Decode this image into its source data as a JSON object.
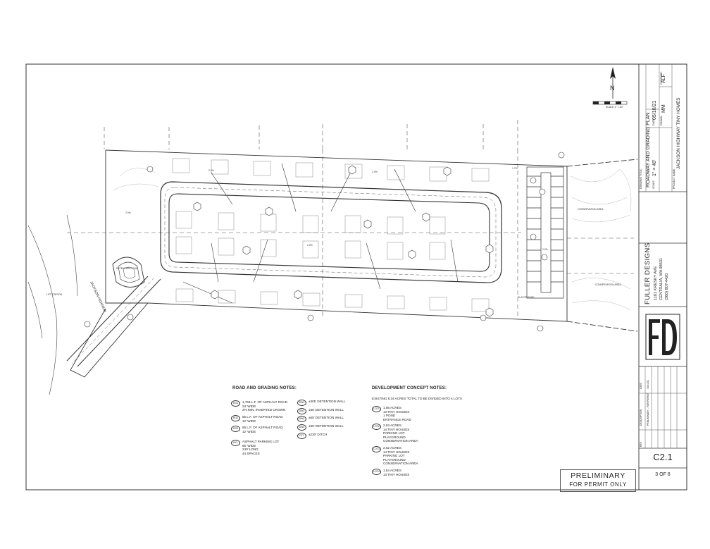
{
  "title_block": {
    "drawing_title_label": "DRAWING TITLE:",
    "drawing_title": "ROADWAY AND GRADING PLAN",
    "scale_label": "SCALE:",
    "scale": "1\" = 40'",
    "date_label": "DATE:",
    "date": "05/10/21",
    "drawn_label": "DRAWN:",
    "drawn": "MM",
    "checked_label": "CHECKED:",
    "checked": "ALF",
    "project_name_label": "PROJECT NAME:",
    "project_name": "JACKSON HIGHWAY TINY HOMES",
    "firm_name": "FULLER DESIGNS",
    "firm_address_1": "1101 KRESKY AVE",
    "firm_address_2": "CENTRALIA, WA 98531",
    "firm_phone": "(360) 807-4420",
    "logo_text": "FD",
    "rev_header": "REV",
    "description_header": "DESCRIPTION",
    "date_header": "DATE",
    "rev_entry_description": "PRELIMINARY - FOR PERMIT",
    "rev_entry_date": "05/10/21",
    "sheet_number": "C2.1",
    "sheet_count": "3 OF 6"
  },
  "stamp": {
    "line1": "PRELIMINARY",
    "line2": "FOR PERMIT ONLY"
  },
  "north_arrow": {
    "letter": "N",
    "scale_text": "SCALE 1\" = 40'"
  },
  "plan_labels": {
    "road": "JACKSON HIGHWAY",
    "detention_pond": "DETENTION POND",
    "conservation_area_1": "CONSERVATION AREA",
    "conservation_area_2": "CONSERVATION AREA",
    "playground": "PLAYGROUND",
    "lift_station": "LIFT STATION",
    "slope_1": "2.0%",
    "slope_2": "2.0%",
    "slope_3": "2.0%",
    "slope_4": "1.7%",
    "slope_5": "2.0%",
    "slope_6": "2.0%"
  },
  "road_notes": {
    "title": "ROAD AND GRADING NOTES:",
    "left": [
      {
        "tag": "RG1",
        "text": "1,763 L.F. OF ASPHALT ROAD\n24' WIDE\n2% MIN. INVERTED CROWN"
      },
      {
        "tag": "RG2",
        "text": "65 L.F. OF ASPHALT ROAD\n12' WIDE"
      },
      {
        "tag": "RG3",
        "text": "65 L.F. OF ASPHALT ROAD\n12' WIDE"
      },
      {
        "tag": "PK1",
        "text": "ASPHALT PARKING LOT\n65' WIDE\n240' LONG\n44 SPACES"
      }
    ],
    "right": [
      {
        "tag": "DW1",
        "text": "±305' DETENTION WALL"
      },
      {
        "tag": "DW2",
        "text": "±65' DETENTION WALL"
      },
      {
        "tag": "DW3",
        "text": "±65' DETENTION WALL"
      },
      {
        "tag": "DW4",
        "text": "±95' DETENTION WALL"
      },
      {
        "tag": "DT1",
        "text": "±230' DITCH"
      }
    ]
  },
  "development_notes": {
    "title": "DEVELOPMENT CONCEPT NOTES:",
    "intro": "EXISTING 8.34 ACRES TOTAL TO BE DIVIDED INTO 4 LOTS",
    "items": [
      {
        "tag": "LOT1",
        "text": "1.65 ACRES\n13 TINY HOUSES\n1 POND\nENTRANCE ROAD"
      },
      {
        "tag": "LOT2",
        "text": "2.53 ACRES\n14 TINY HOUSES\nPARKING LOT\nPLAYGROUND\nCONSERVATION AREA"
      },
      {
        "tag": "LOT3",
        "text": "2.62 ACRES\n14 TINY HOUSES\nPARKING LOT\nPLAYGROUND\nCONSERVATION AREA"
      },
      {
        "tag": "LOT4",
        "text": "1.54 ACRES\n13 TINY HOUSES"
      }
    ]
  }
}
